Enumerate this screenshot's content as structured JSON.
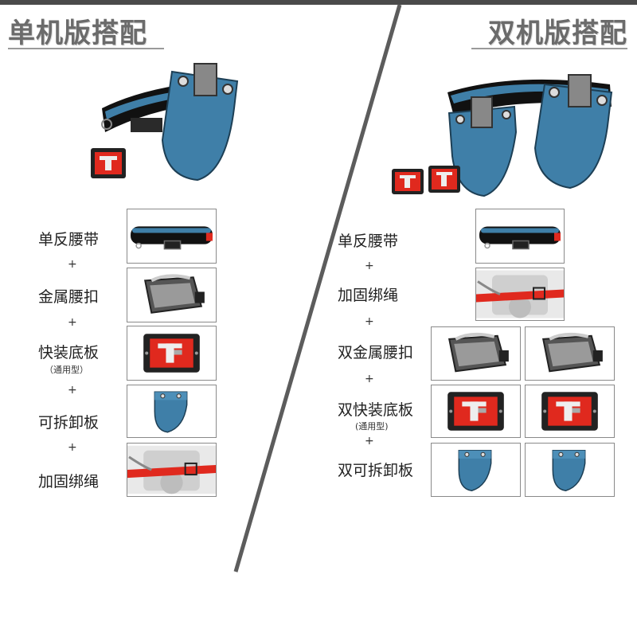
{
  "left": {
    "title": "单机版搭配",
    "items": [
      {
        "label": "单反腰带",
        "icon": "belt-icon"
      },
      {
        "label": "金属腰扣",
        "icon": "metal-buckle-icon"
      },
      {
        "label": "快装底板",
        "sublabel": "（通用型）",
        "icon": "quick-release-plate-icon"
      },
      {
        "label": "可拆卸板",
        "icon": "detachable-pouch-icon"
      },
      {
        "label": "加固绑绳",
        "icon": "strap-icon"
      }
    ]
  },
  "right": {
    "title": "双机版搭配",
    "items": [
      {
        "label": "单反腰带",
        "icon": "belt-icon"
      },
      {
        "label": "加固绑绳",
        "icon": "strap-icon"
      },
      {
        "label": "双金属腰扣",
        "icon": "metal-buckle-icon"
      },
      {
        "label": "双快装底板",
        "sublabel": "(通用型)",
        "icon": "quick-release-plate-icon"
      },
      {
        "label": "双可拆卸板",
        "icon": "detachable-pouch-icon"
      }
    ]
  },
  "plus_sign": "+",
  "colors": {
    "denim": "#3f7fa8",
    "red": "#e0291e",
    "title_gray": "#6b6b6b",
    "divider": "#5c5c5c"
  }
}
